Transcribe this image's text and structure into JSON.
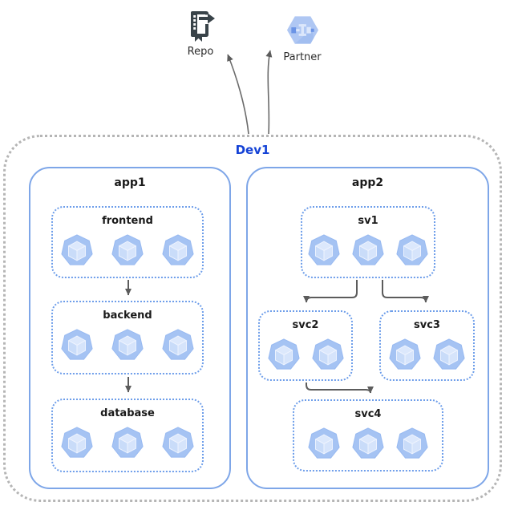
{
  "colors": {
    "cluster_border": "#B5B5B5",
    "app_border": "#7EA6E8",
    "service_border": "#6E9EEA",
    "cluster_label": "#1442D6",
    "node_label": "#1A1A1A",
    "arrow": "#5C5C5C",
    "pod_fill": "#A5C3F3",
    "repo_icon": "#394349",
    "partner_hex": "#AFC7F3"
  },
  "external_nodes": {
    "repo": {
      "label": "Repo",
      "icon": "source-repository-icon"
    },
    "partner": {
      "label": "Partner",
      "icon": "partner-hexagon-icon"
    }
  },
  "cluster": {
    "label": "Dev1"
  },
  "apps": [
    {
      "label": "app1",
      "services": [
        {
          "label": "frontend",
          "pods": 3
        },
        {
          "label": "backend",
          "pods": 3
        },
        {
          "label": "database",
          "pods": 3
        }
      ]
    },
    {
      "label": "app2",
      "services": [
        {
          "label": "sv1",
          "pods": 3
        },
        {
          "label": "svc2",
          "pods": 2
        },
        {
          "label": "svc3",
          "pods": 2
        },
        {
          "label": "svc4",
          "pods": 3
        }
      ]
    }
  ],
  "edges": [
    {
      "from": "frontend",
      "to": "backend"
    },
    {
      "from": "backend",
      "to": "database"
    },
    {
      "from": "sv1",
      "to": "svc2"
    },
    {
      "from": "sv1",
      "to": "svc3"
    },
    {
      "from": "svc2",
      "to": "svc4"
    },
    {
      "from": "Dev1",
      "to": "Repo"
    },
    {
      "from": "Dev1",
      "to": "Partner"
    }
  ]
}
